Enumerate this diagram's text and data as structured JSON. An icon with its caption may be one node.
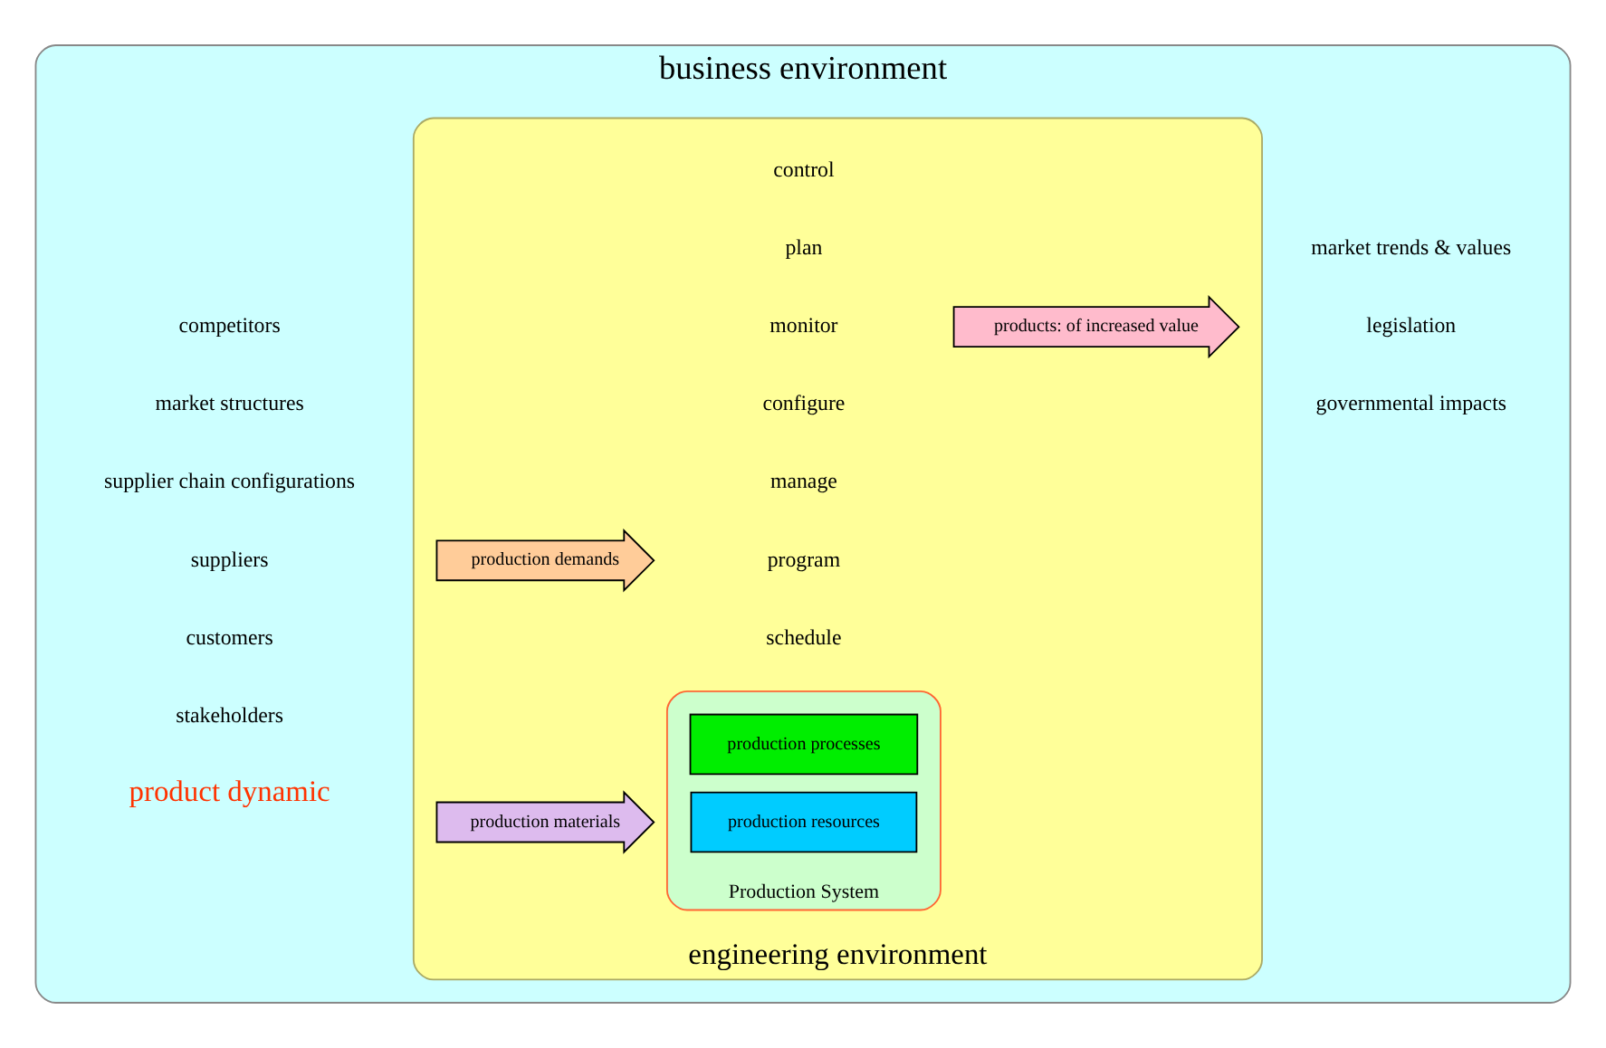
{
  "diagram": {
    "nodes": [
      {
        "text": [
          "business environment"
        ]
      },
      {
        "text": [
          "engineering environment"
        ],
        "in": 0
      },
      {
        "text": [
          "Production System"
        ],
        "in": 1
      },
      {
        "text": [
          "production processes"
        ],
        "in": 2
      },
      {
        "text": [
          "production resources"
        ],
        "in": 2
      },
      {
        "text": [
          "production demands"
        ],
        "in": 1
      },
      {
        "text": [
          "production materials"
        ],
        "in": 1
      },
      {
        "text": [
          "products: of increased value"
        ],
        "in": 1
      }
    ],
    "edges": [],
    "labels": [
      "stakeholders",
      "governmental impacts",
      "schedule",
      "program",
      "manage",
      "configure",
      "control",
      "plan",
      "monitor",
      "customers",
      "product dynamic",
      "legislation",
      "suppliers",
      "supplier chain configurations",
      "market structures",
      "competitors",
      "market trends & values"
    ]
  }
}
